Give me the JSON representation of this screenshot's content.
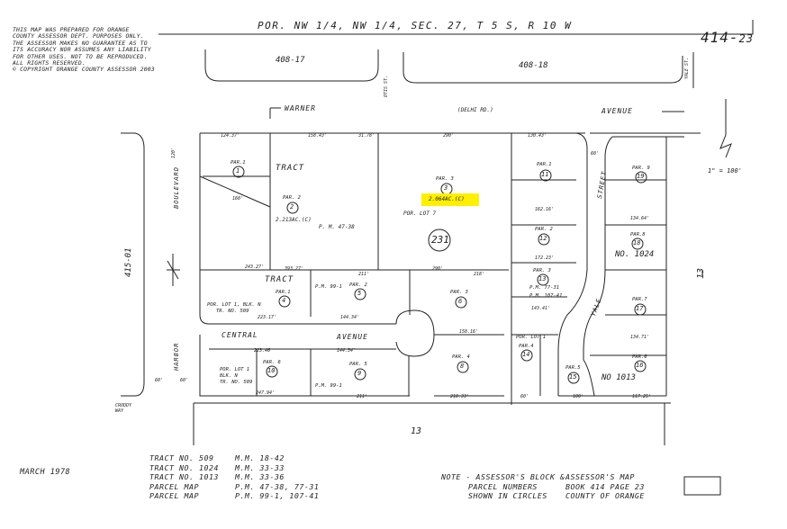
{
  "header": {
    "title": "POR. NW 1/4, NW 1/4, SEC. 27, T 5 S, R 10 W",
    "map_number": "414",
    "map_suffix": "23",
    "disclaimer": [
      "THIS MAP WAS PREPARED FOR ORANGE",
      "COUNTY ASSESSOR DEPT. PURPOSES ONLY.",
      "THE ASSESSOR MAKES NO GUARANTEE AS TO",
      "ITS ACCURACY NOR ASSUMES ANY LIABILITY",
      "FOR OTHER USES.  NOT TO BE REPRODUCED.",
      "ALL RIGHTS RESERVED.",
      "© COPYRIGHT ORANGE COUNTY ASSESSOR 2003"
    ],
    "scale": "1\" = 100'"
  },
  "streets": {
    "warner": "WARNER",
    "delhi": "(DELHI RD.)",
    "avenue_top": "AVENUE",
    "central": "CENTRAL",
    "avenue_mid": "AVENUE",
    "boulevard": "BOULEVARD",
    "harbor": "HARBOR",
    "street": "STREET",
    "yale": "YALE",
    "otis": "OTIS ST.",
    "yale_st": "YALE ST.",
    "croddy": "CRODDY WAY"
  },
  "adjacent_maps": {
    "top_left": "408-17",
    "top_right": "408-18",
    "left": "415-01",
    "bottom": "13",
    "right": "13",
    "center_block": "231"
  },
  "tracts": {
    "tract_top": "TRACT",
    "tract_mid": "TRACT",
    "no1024": "NO. 1024",
    "no1013": "NO 1013"
  },
  "parcels": [
    {
      "label": "PAR.1",
      "num": "1"
    },
    {
      "label": "PAR. 2",
      "num": "2",
      "area": "2.213AC.(C)",
      "pm": "P. M. 47-38"
    },
    {
      "label": "PAR. 3",
      "num": "3",
      "area": "2.064AC.(C)",
      "lot": "POR. LOT 7"
    },
    {
      "label": "PAR.1",
      "num": "4"
    },
    {
      "label": "PAR. 2",
      "num": "5",
      "pm": "P.M. 99-1"
    },
    {
      "label": "PAR. 3",
      "num": "6"
    },
    {
      "label": "PAR. 4",
      "num": "8"
    },
    {
      "label": "PAR. 5",
      "num": "9"
    },
    {
      "label": "PAR. 6",
      "num": "10"
    },
    {
      "label": "PAR.1",
      "num": "11"
    },
    {
      "label": "PAR. 2",
      "num": "12"
    },
    {
      "label": "PAR. 3",
      "num": "13",
      "pm": "P.M. 77-31",
      "pm2": "P.M. 107-41"
    },
    {
      "label": "PAR.4",
      "num": "14",
      "lot": "POR. LOT 1"
    },
    {
      "label": "PAR.5",
      "num": "15"
    },
    {
      "label": "PAR.6",
      "num": "16"
    },
    {
      "label": "PAR.7",
      "num": "17"
    },
    {
      "label": "PAR.8",
      "num": "18"
    },
    {
      "label": "PAR. 9",
      "num": "19"
    }
  ],
  "lot_notes": {
    "lot1_top": [
      "POR. LOT 1, BLK. N",
      "TR. NO. 509"
    ],
    "lot1_bottom": [
      "POR. LOT 1",
      "BLK. N",
      "TR. NO. 509"
    ],
    "pm99_bottom": "P.M. 99-1"
  },
  "dimensions": {
    "d1": "124.37'",
    "d2": "158.43'",
    "d3": "31.78'",
    "d4": "290'",
    "d5": "130.43'",
    "d6": "243.27'",
    "d7": "393.27'",
    "d8": "211'",
    "d9": "290'",
    "d10": "218'",
    "d11": "223.17'",
    "d12": "144.34'",
    "d13": "158.16'",
    "d14": "223.46",
    "d15": "144.34'",
    "d16": "247.94'",
    "d17": "211'",
    "d18": "218.33'",
    "d19": "60'",
    "d20": "100'",
    "d21": "162.16'",
    "d22": "172.23'",
    "d23": "143.41'",
    "d24": "134.64'",
    "d25": "134.71'",
    "d26": "117.25'",
    "d27": "160'",
    "d28": "60'",
    "d29": "60'",
    "d30": "120'",
    "d31": "60'"
  },
  "references": [
    {
      "name": "TRACT NO. 509",
      "ref": "M.M. 18-42"
    },
    {
      "name": "TRACT NO. 1024",
      "ref": "M.M. 33-33"
    },
    {
      "name": "TRACT NO. 1013",
      "ref": "M.M. 33-36"
    },
    {
      "name": "PARCEL MAP",
      "ref": "P.M. 47-38, 77-31"
    },
    {
      "name": "PARCEL MAP",
      "ref": "P.M. 99-1, 107-41"
    }
  ],
  "footer": {
    "date": "MARCH 1978",
    "note": [
      "NOTE - ASSESSOR'S BLOCK &",
      "PARCEL NUMBERS",
      "SHOWN IN CIRCLES"
    ],
    "book": [
      "ASSESSOR'S MAP",
      "BOOK 414  PAGE 23",
      "COUNTY OF ORANGE"
    ]
  },
  "colors": {
    "highlight": "#ffef00",
    "ink": "#222222"
  }
}
